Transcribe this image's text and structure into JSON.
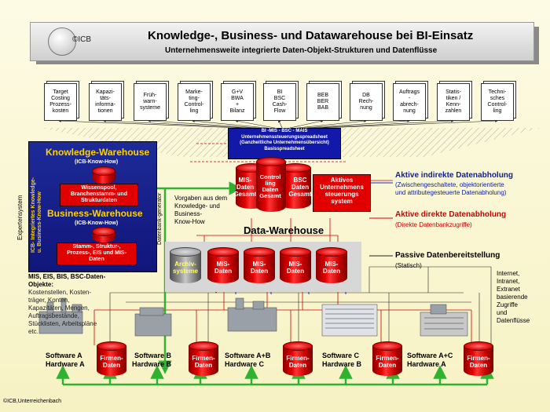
{
  "header": {
    "logo": "©ICB",
    "title": "Knowledge-, Business- und Datawarehouse bei BI-Einsatz",
    "subtitle": "Unternehmensweite integrierte Daten-Objekt-Strukturen und Datenflüsse"
  },
  "documents": [
    "Target\nCosting\nProzess-\nkosten",
    "Kapazi-\ntäts-\ninforma-\ntionen",
    "Früh-\nwarn-\nsysteme",
    "Marke-\nting-\nControl-\nling",
    "G+V\nBWA\n+\nBilanz",
    "BI\nBSC\nCash-\nFlow",
    "BEB\nBER\nBAB",
    "DB\nRech-\nnung",
    "Auftrags\n-\nabrech-\nnung",
    "Statis-\ntiken /\nKenn-\nzahlen",
    "Techni-\nsches\nControl-\nling"
  ],
  "knowledge_block": {
    "kw_title": "Knowledge-Warehouse",
    "kw_sub": "(ICB-Know-How)",
    "wissen": "Wissenspool,\nBranchenstamm- und\nStrukturdaten",
    "bw_title": "Business-Warehouse",
    "bw_sub": "(ICB-Know-How)",
    "stamm": "Stamm-, Struktur-,\nProzess-, EIS und MIS-\nDaten",
    "side_text": "ICB- Integriertes Knowledge-\nu. Business-Know-How",
    "expert": "Expertensystem",
    "db_gen": "Datenbank-generator"
  },
  "center": {
    "banner_line1": "BI -MIS - BSC - MAIS",
    "banner_line2": "Unternehmenssteuerungsspreadsheet",
    "banner_line3": "(Ganzheitliche Unternehmensübersicht)",
    "banner_line4": "Basisspreadsheet",
    "mis_left": "MIS-\nDaten\nGesamt",
    "controlling": "Control\nling\nDaten\nGesamt",
    "bsc_right": "BSC\nDaten\nGesamt",
    "aktives": "Aktives\nUnternehmens\nsteuerungs\nsystem",
    "vorgaben": "Vorgaben aus dem\nKnowledge- und\nBusiness-\nKnow-How",
    "datawarehouse": "Data-Warehouse",
    "archiv": "Archiv-\nsysteme",
    "mis_daten": "MIS-\nDaten"
  },
  "legend": {
    "indirekt_title": "Aktive indirekte Datenabholung",
    "indirekt_text": "(Zwischengeschaltete, objektorientierte\nund attributegesteuerte Datenabholung)",
    "direkt_title": "Aktive direkte Datenabholung",
    "direkt_text": "(Direkte Datenbankzugriffe)",
    "passiv_title": "Passive Datenbereitstellung",
    "passiv_text": "(Statisch)",
    "internet": "Internet,\nIntranet,\nExtranet\nbasierende\nZugriffe\nund\nDatenflüsse"
  },
  "mis_objects": {
    "title": "MIS, EIS, BIS, BSC-Daten-\nObjekte:",
    "text": "Kostenstellen, Kosten-\nträger, Konten,\nKapazitäten, Mengen,\nAuftragsbestände,\nStücklisten, Arbeitspläne\netc."
  },
  "software": [
    {
      "label": "Software A\nHardware A"
    },
    {
      "label": "Software B\nHardware B"
    },
    {
      "label": "Software A+B\nHardware C"
    },
    {
      "label": "Software C\nHardware B"
    },
    {
      "label": "Software A+C\nHardware A"
    }
  ],
  "firmen_daten": "Firmen-\nDaten",
  "footer": "©ICB,Unterreichenbach",
  "colors": {
    "blue_block": "#1a2494",
    "red": "#e00000",
    "gold": "#ffd000",
    "green": "#2fb22f"
  }
}
